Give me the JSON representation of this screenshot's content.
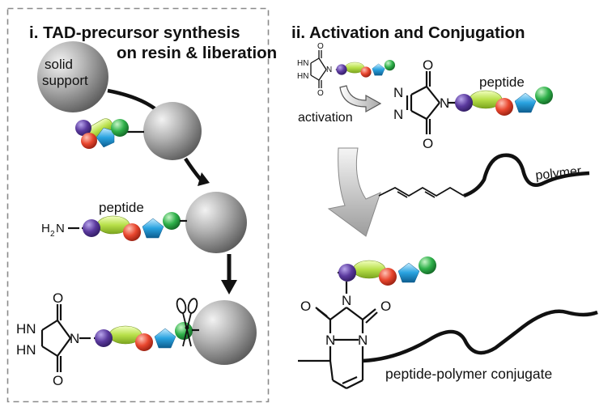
{
  "panel_i": {
    "title_line1": "i. TAD-precursor synthesis",
    "title_line2": "on resin & liberation",
    "support_line1": "solid",
    "support_line2": "support",
    "peptide_label": "peptide",
    "amine_H": "H",
    "amine_sub": "2",
    "amine_N": "N",
    "urazole_HN_top": "HN",
    "urazole_HN_bottom": "HN",
    "urazole_N": "N",
    "urazole_O_top": "O",
    "urazole_O_bottom": "O"
  },
  "panel_ii": {
    "title": "ii. Activation and Conjugation",
    "small_HN_top": "HN",
    "small_HN_bottom": "HN",
    "small_N": "N",
    "small_O_top": "O",
    "small_O_bottom": "O",
    "activation_label": "activation",
    "tad_N_top": "N",
    "tad_N_bottom": "N",
    "tad_N_right": "N",
    "tad_O_top": "O",
    "tad_O_bottom": "O",
    "peptide_label": "peptide",
    "polymer_label": "polymer",
    "product_N_top": "N",
    "product_O_left": "O",
    "product_O_right": "O",
    "product_N_left": "N",
    "product_N_right": "N",
    "conjugate_label": "peptide-polymer conjugate"
  },
  "colors": {
    "purple": "#5b3a9e",
    "lime": "#b8e04a",
    "red": "#e8462e",
    "blue": "#29a3e0",
    "green": "#2fb14a",
    "sphere_gray": "#9a9a9a",
    "dashed_border": "#8a8a8a"
  }
}
